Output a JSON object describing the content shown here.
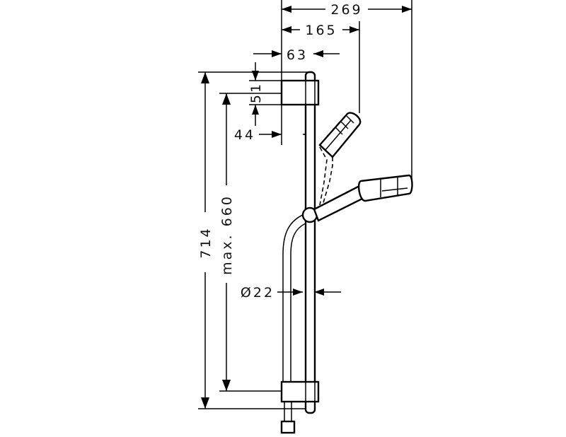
{
  "dimensions": {
    "overall_width": "269",
    "handshower_width": "165",
    "holder_depth": "63",
    "holder_height": "51",
    "rail_offset": "44",
    "total_height": "714",
    "max_height": "max. 660",
    "rail_diameter": "Ø22"
  },
  "colors": {
    "line": "#000000",
    "background": "#ffffff"
  }
}
